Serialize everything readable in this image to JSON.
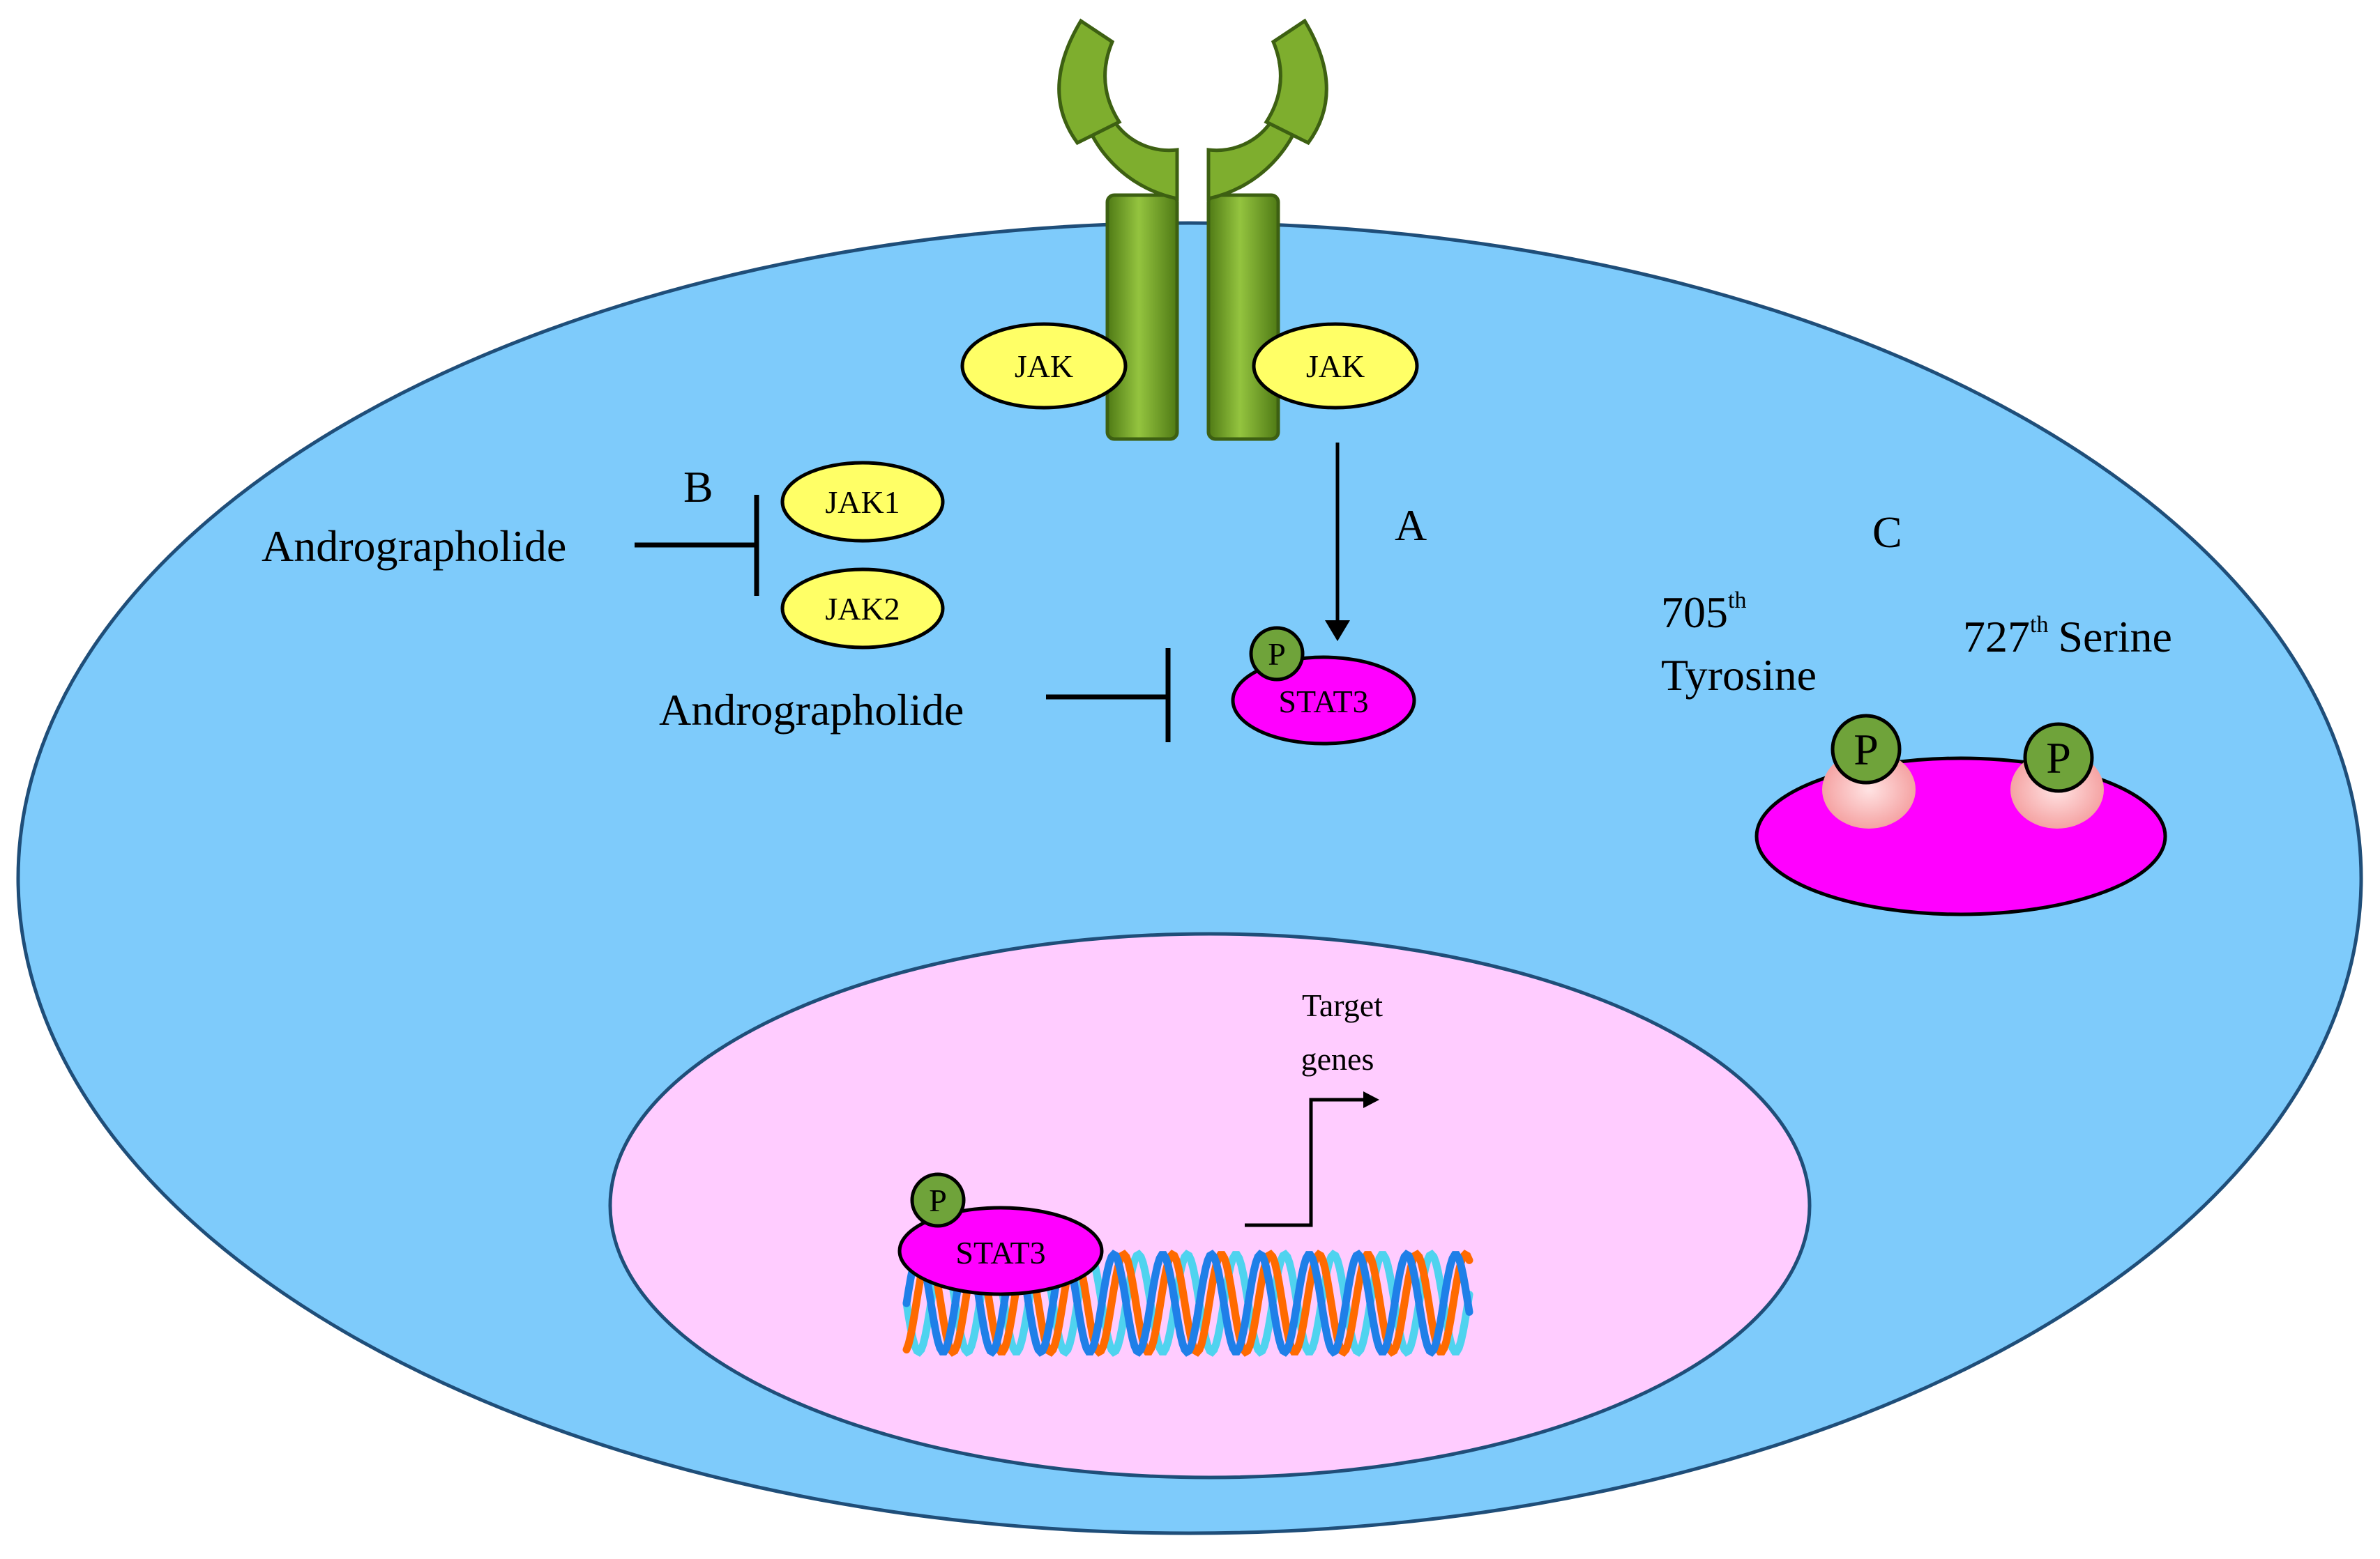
{
  "receptor": {
    "jak_left": "JAK",
    "jak_right": "JAK"
  },
  "pathway_a": {
    "label": "A",
    "stat3_label": "STAT3",
    "phospho_label": "P",
    "inhibitor_label": "Andrographolide"
  },
  "pathway_b": {
    "label": "B",
    "inhibitor_label": "Andrographolide",
    "jak1_label": "JAK1",
    "jak2_label": "JAK2"
  },
  "pathway_c": {
    "label": "C",
    "site1_number": "705",
    "site1_suffix": "th",
    "site1_residue": "Tyrosine",
    "site2_number": "727",
    "site2_suffix": "th",
    "site2_residue": "Serine",
    "phospho_left": "P",
    "phospho_right": "P"
  },
  "nucleus": {
    "stat3_label": "STAT3",
    "phospho_label": "P",
    "target_line1": "Target",
    "target_line2": "genes"
  },
  "colors": {
    "cell_fill": "#7ecbfb",
    "cell_stroke": "#1f4e79",
    "nucleus_fill": "#ffccff",
    "receptor_green": "#6b9a25",
    "jak_yellow": "#ffff66",
    "stat3_magenta": "#ff00ff",
    "phospho_green": "#6fa33a",
    "phospho_base": "#ffc7c7",
    "dna_strand_1": "#ff6a00",
    "dna_strand_2": "#1f7fe8",
    "dna_strand_3": "#4fd3ef"
  }
}
